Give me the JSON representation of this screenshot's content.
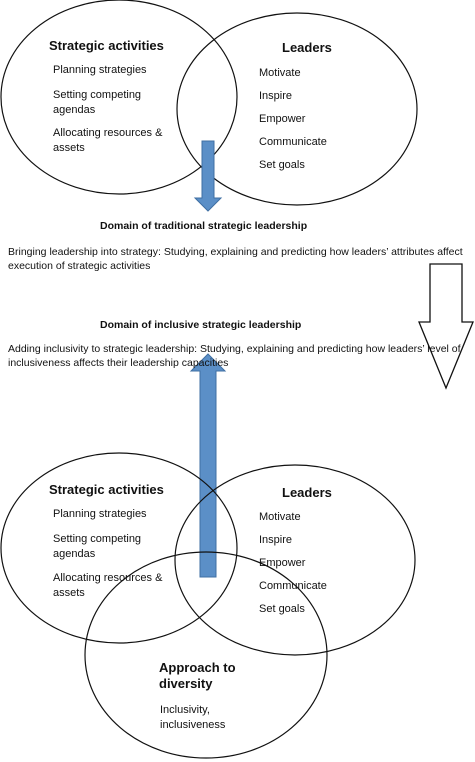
{
  "top_venn": {
    "strategic_title": "Strategic activities",
    "strategic_items": [
      "Planning strategies",
      "Setting competing agendas",
      "Allocating resources & assets"
    ],
    "leaders_title": "Leaders",
    "leaders_items": [
      "Motivate",
      "Inspire",
      "Empower",
      "Communicate",
      "Set goals"
    ]
  },
  "traditional": {
    "title": "Domain of traditional strategic leadership",
    "text": "Bringing leadership into strategy: Studying, explaining and predicting how leaders’ attributes affect execution of strategic activities"
  },
  "inclusive": {
    "title": "Domain of inclusive strategic leadership",
    "text": "Adding inclusivity to strategic leadership: Studying, explaining and predicting how leaders’ level of inclusiveness affects their leadership capacities"
  },
  "bottom_venn": {
    "strategic_title": "Strategic activities",
    "strategic_items": [
      "Planning strategies",
      "Setting competing agendas",
      "Allocating resources & assets"
    ],
    "leaders_title": "Leaders",
    "leaders_items": [
      "Motivate",
      "Inspire",
      "Empower",
      "Communicate",
      "Set goals"
    ],
    "diversity_title": "Approach to diversity",
    "diversity_items": [
      "Inclusivity, inclusiveness"
    ]
  },
  "colors": {
    "arrow_fill": "#5b8fc7",
    "arrow_stroke": "#3f6fa3",
    "outline": "#111111"
  }
}
